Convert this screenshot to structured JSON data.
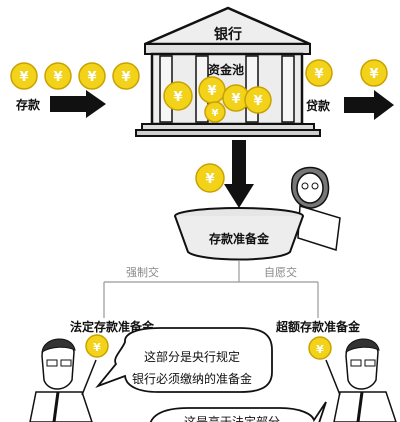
{
  "bank": {
    "title": "银行",
    "pool_label": "资金池"
  },
  "flows": {
    "deposit_label": "存款",
    "loan_label": "贷款"
  },
  "reserve": {
    "basin_label": "存款准备金",
    "branch_left_label": "强制交",
    "branch_right_label": "自愿交"
  },
  "categories": {
    "left": "法定存款准备金",
    "right": "超额存款准备金"
  },
  "speech": {
    "bubble1_line1": "这部分是央行规定",
    "bubble1_line2": "银行必须缴纳的准备金",
    "bubble2_partial": "这是高于法定部分"
  },
  "currency_symbol": "¥",
  "colors": {
    "coin": "#f3d21a",
    "coin_edge": "#c9a200",
    "ink": "#111111",
    "building": "#e9e9e9"
  }
}
